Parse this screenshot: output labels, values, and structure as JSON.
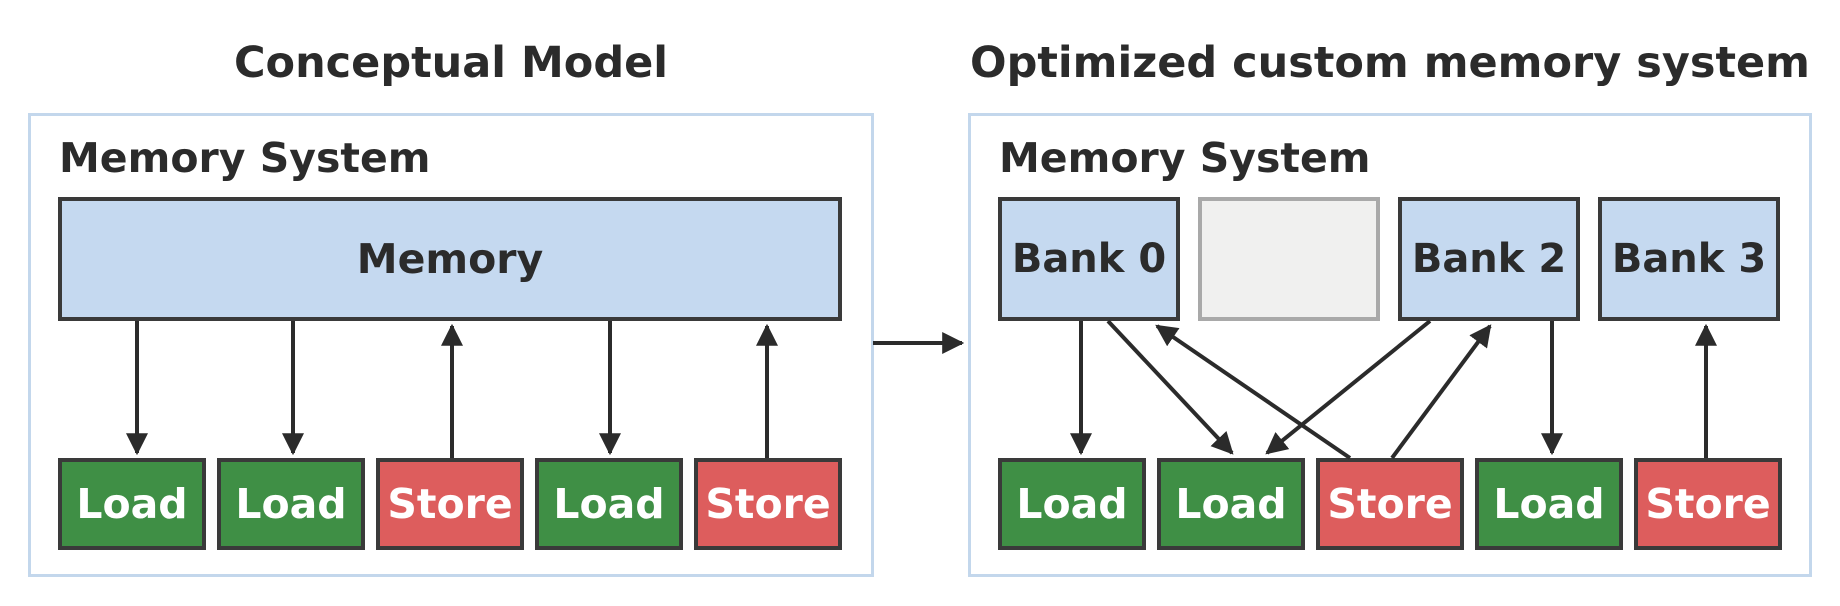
{
  "left": {
    "title": "Conceptual Model",
    "panel_label": "Memory System",
    "memory_label": "Memory",
    "ops": [
      "Load",
      "Load",
      "Store",
      "Load",
      "Store"
    ]
  },
  "right": {
    "title": "Optimized custom memory system",
    "panel_label": "Memory System",
    "banks": [
      "Bank 0",
      "",
      "Bank 2",
      "Bank 3"
    ],
    "ops": [
      "Load",
      "Load",
      "Store",
      "Load",
      "Store"
    ]
  },
  "colors": {
    "load": "#3f8f45",
    "store": "#dd5d5d",
    "memory": "#c5d9f0",
    "panel_border": "#c3d7ec"
  }
}
